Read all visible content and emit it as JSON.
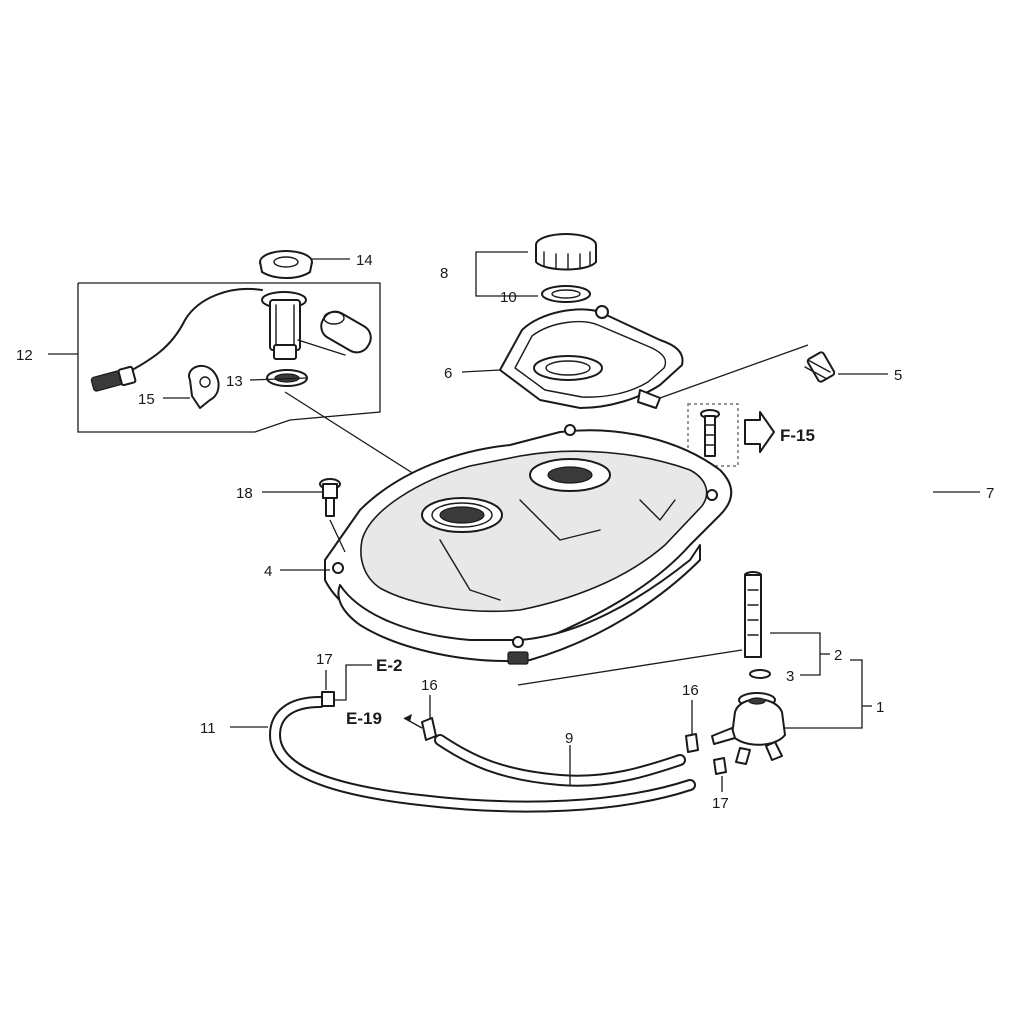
{
  "callouts": {
    "c1": "1",
    "c2": "2",
    "c3": "3",
    "c4": "4",
    "c5": "5",
    "c6": "6",
    "c7": "7",
    "c8": "8",
    "c9": "9",
    "c10": "10",
    "c11": "11",
    "c12": "12",
    "c13": "13",
    "c14": "14",
    "c15": "15",
    "c16a": "16",
    "c16b": "16",
    "c17a": "17",
    "c17b": "17",
    "c18": "18"
  },
  "references": {
    "e2": "E-2",
    "e19": "E-19",
    "f15": "F-15"
  },
  "colors": {
    "line": "#1a1a1a",
    "background": "#ffffff"
  }
}
